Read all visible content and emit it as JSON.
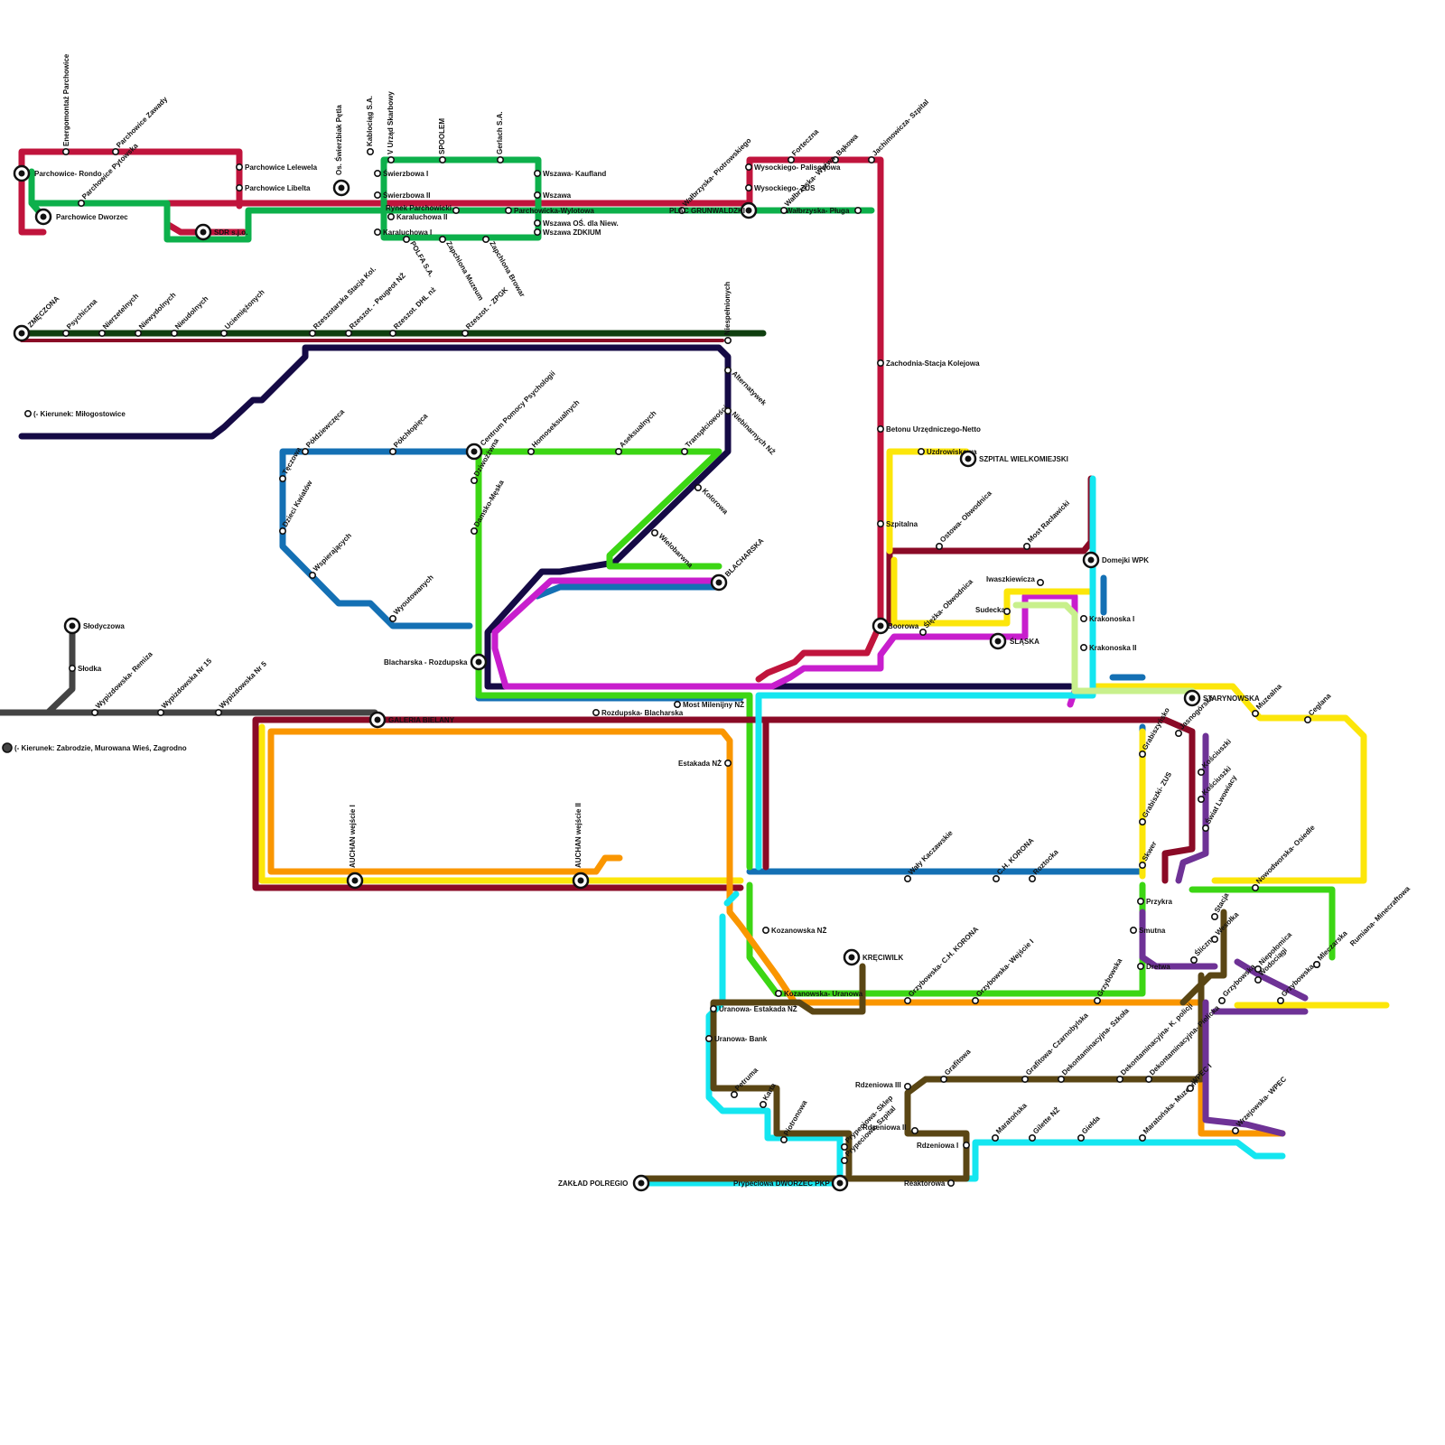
{
  "colors": {
    "crimson": "#c0143c",
    "green": "#0db04b",
    "darkgreen": "#0f3f0f",
    "navy": "#150a45",
    "blue": "#1470b4",
    "lime": "#3cd614",
    "magenta": "#c81ecd",
    "maroon": "#8a0a26",
    "yellow": "#fce60a",
    "orange": "#fa9600",
    "cyan": "#14e6f0",
    "brown": "#5a4614",
    "purple": "#6e3296",
    "gray": "#444444",
    "lightgreen": "#c8f08c"
  },
  "stations": {
    "s1": "Energomontaż Parchowice",
    "s2": "Parchowice Zawady",
    "s3": "Parchowice- Rondo",
    "s4": "Parchowice Pytowska",
    "s5": "Parchowice Lelewela",
    "s6": "Parchowice Libelta",
    "s7": "Parchowice Dworzec",
    "s8": "SDR s.j.o.",
    "s9": "Os. Świerzbiak Pętla",
    "s10": "Kablociąg S.A.",
    "s11": "V Urząd Skarbowy",
    "s12": "SPOOLEM",
    "s13": "Gerlach S.A.",
    "s14": "Świerzbowa I",
    "s15": "Świerzbowa II",
    "s16": "Wszawa- Kaufland",
    "s17": "Wszawa",
    "s18": "Rynek Parchowicki",
    "s19": "Karaluchowa II",
    "s20": "Karaluchowa I",
    "s21": "Parchowicka-Wylotowa",
    "s22": "Wszawa OŚ. dla Niew.",
    "s23": "Wszawa ZDKIUM",
    "s24": "POLFA S.A.",
    "s25": "Zapchlona Muzeum",
    "s26": "Zapchlona Browar",
    "s27": "Wałbrzyska- Piotrowskiego",
    "s28": "Wysockiego- Palisodowa",
    "s29": "Wysockiego- ZUS",
    "s30": "Forteczna",
    "s31": "Bąkowa",
    "s32": "Wałbrzyska- Wyżwa",
    "s33": "Jachimowicza- Szpital",
    "s34": "PLAC GRUNWALDZKI",
    "s35": "Wałbrzyska- Pługa",
    "s36": "ZMĘCZONA",
    "s37": "Psychiczna",
    "s38": "Nierzetelnych",
    "s39": "Niewydolnych",
    "s40": "Nieudolnych",
    "s41": "Uciemiężonych",
    "s42": "Rzeszotarska Stacja Kol.",
    "s43": "Rzeszot. - Peugeot NŻ",
    "s44": "Rzeszot. DHL nż",
    "s45": "Rzeszot. - ZPGK",
    "s46": "Niespełnionych",
    "s47": "Alternatywek",
    "s48": "Niebinarnych NŻ",
    "s49": "(- Kierunek: Miłogostowice",
    "s50": "Zachodnia-Stacja Kolejowa",
    "s51": "Betonu Urzędniczego-Netto",
    "s52": "Tęczowa",
    "s53": "Półdziewczęca",
    "s54": "Półchłopięca",
    "s55": "Centrum Pomocy Psychologii",
    "s56": "Homoseksualnych",
    "s57": "Aseksualnych",
    "s58": "Transpłciowości",
    "s59": "Dziwożżwna",
    "s60": "Dzieci Kwiatów",
    "s61": "Damsko-Męska",
    "s62": "Kolorowa",
    "s63": "Wspierających",
    "s64": "Wielobarwna",
    "s65": "BLACHARSKA",
    "s66": "Wyoutowanych",
    "s67": "Uzdrowiskowa",
    "s68": "SZPITAL WIELKOMIEJSKI",
    "s69": "Szpitalna",
    "s70": "Ostowa- Obwodnica",
    "s71": "Most Racławicki",
    "s72": "Domejki WPK",
    "s73": "Iwaszkiewicza",
    "s74": "Sudecka",
    "s75": "Ślężka- Obwodnica",
    "s76": "Boorowa",
    "s77": "ŚLĄSKA",
    "s78": "Krakonoska I",
    "s79": "Krakonoska II",
    "s80": "Słodyczowa",
    "s81": "Słodka",
    "s82": "Wypizdowska- Remiza",
    "s83": "Wypizdowska Nr 15",
    "s84": "Wypizdowska Nr 5",
    "s85": "Blacharska - Rozdupska",
    "s86": "GALERIA BIELANY",
    "s87": "(- Kierunek: Zabrodzie, Murowana Wieś, Zagrodno",
    "s88": "Rozdupska- Blacharska",
    "s89": "Most Milenijny NŻ",
    "s90": "STARYNOWSKA",
    "s91": "Muzealna",
    "s92": "Ceglana",
    "s93": "Jasnogórska",
    "s94": "Grabiszyńsko",
    "s95": "Kościuszki",
    "s96": "Grabiszki- ZUS",
    "s97": "Świat Lwowiacy",
    "s98": "Kościuszki",
    "s99": "Skwer",
    "s100": "Estakada NŻ",
    "s101": "AUCHAN wejście I",
    "s102": "AUCHAN wejście II",
    "s103": "Wały Kaczawskie",
    "s104": "C.H. KORONA",
    "s105": "Roztocka",
    "s106": "Nowodworska- Osiedle",
    "s107": "Przykra",
    "s108": "Smutna",
    "s109": "Dretwa",
    "s110": "Stacja",
    "s111": "Śliczna",
    "s112": "Wesołka",
    "s113": "Kozanowska NŻ",
    "s114": "KRĘCIWILK",
    "s115": "Grzybowska- C.H. KORONA",
    "s116": "Grzybowska- Wejście I",
    "s117": "Grzybowska",
    "s118": "Grzybowska",
    "s119": "Wodociągi",
    "s120": "Niepołomica",
    "s121": "Grzybowska",
    "s122": "Mleczarska",
    "s123": "Rumiana- Minecraftowa",
    "s124": "Kozanowska- Uranowa",
    "s125": "Uranowa- Estakada NŻ",
    "s126": "Uranowa- Bank",
    "s127": "Petruma",
    "s128": "Karta",
    "s129": "Piotronowa",
    "s130": "Prypeciowa- Sklep",
    "s131": "Prypeciowa- Szpital",
    "s132": "Grafitowa",
    "s133": "Grafitowa- Czarnobylska",
    "s134": "Dekontaminacyjna- Szkoła",
    "s135": "Dekontaminacyjna- K. policji",
    "s136": "Dekontaminacyjna- Pielicka",
    "s137": "Maratońska- Muzeum",
    "s138": "WPEC I",
    "s139": "Wrzejowska- WPEC",
    "s140": "Rdzeniowa III",
    "s141": "Rdzeniowa II",
    "s142": "Rdzeniowa I",
    "s143": "Maratońska",
    "s144": "Gilette NŻ",
    "s145": "Giełda",
    "s146": "ZAKŁAD POLREGIO",
    "s147": "Prypeciowa DWORZEC PKP",
    "s148": "Reaktorowa"
  }
}
